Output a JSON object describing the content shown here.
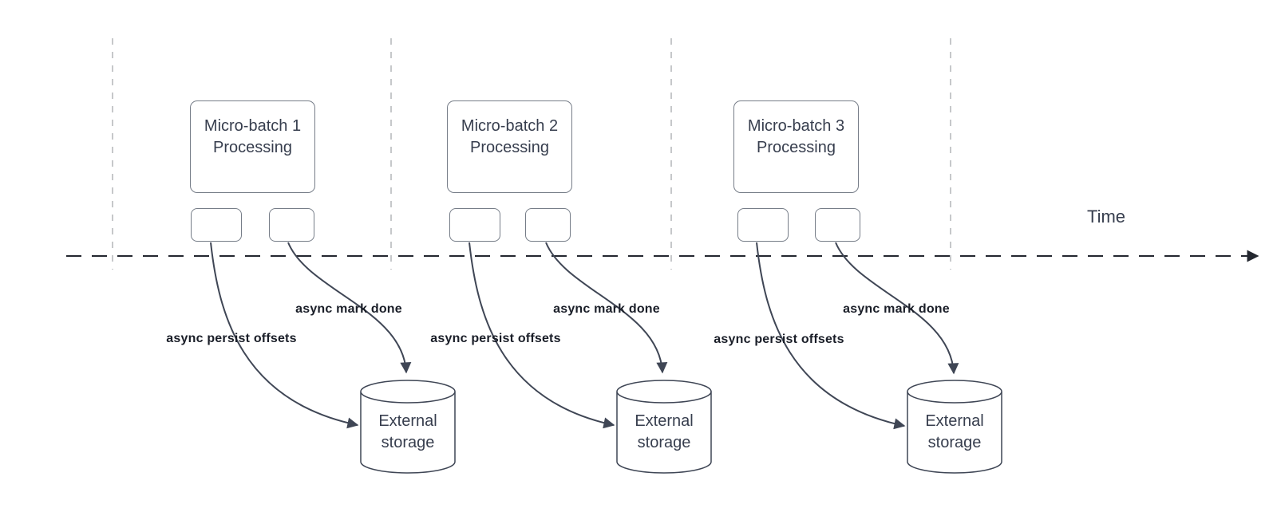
{
  "diagram": {
    "time_axis_label": "Time",
    "batches": [
      {
        "title": "Micro-batch 1\nProcessing",
        "persist_label": "async persist offsets",
        "mark_done_label": "async mark done",
        "storage_label": "External\nstorage"
      },
      {
        "title": "Micro-batch 2\nProcessing",
        "persist_label": "async persist offsets",
        "mark_done_label": "async mark done",
        "storage_label": "External\nstorage"
      },
      {
        "title": "Micro-batch 3\nProcessing",
        "persist_label": "async persist offsets",
        "mark_done_label": "async mark done",
        "storage_label": "External\nstorage"
      }
    ],
    "colors": {
      "shape_stroke": "#767d88",
      "connector_stroke": "#3f4655",
      "timeline_stroke": "#23272f",
      "gridline_stroke": "#b4b6b9",
      "text": "#373e4e",
      "label_text": "#1a1e28",
      "background": "#ffffff"
    }
  }
}
